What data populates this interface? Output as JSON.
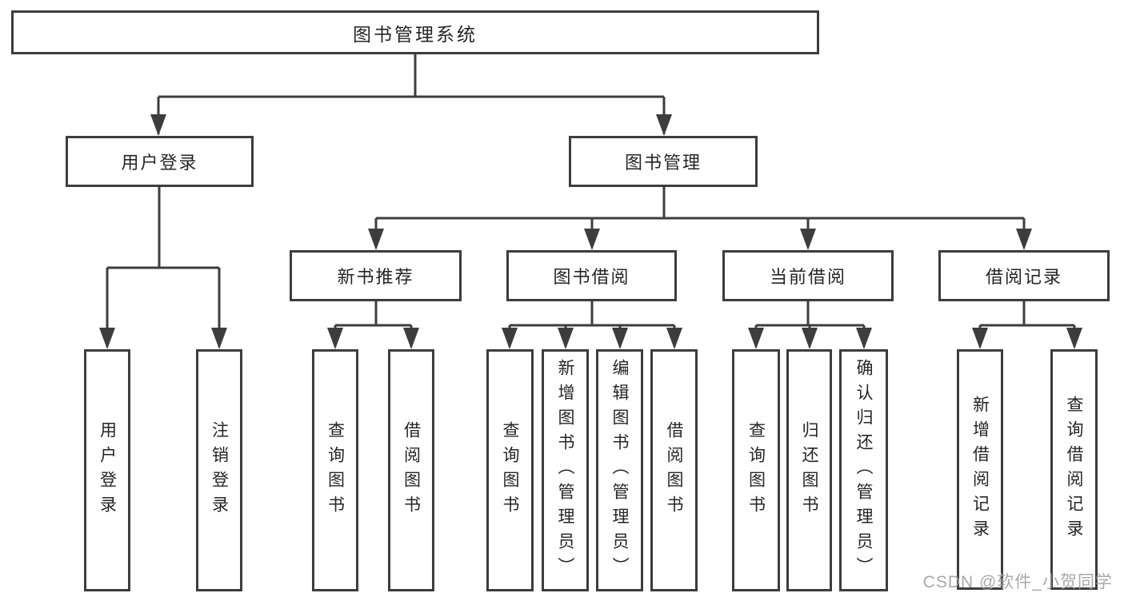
{
  "diagram": {
    "root": {
      "label": "图书管理系统"
    },
    "level2": [
      {
        "label": "用户登录"
      },
      {
        "label": "图书管理"
      }
    ],
    "level3": [
      {
        "label": "新书推荐"
      },
      {
        "label": "图书借阅"
      },
      {
        "label": "当前借阅"
      },
      {
        "label": "借阅记录"
      }
    ],
    "leaves": {
      "user_login": [
        {
          "label": "用户登录"
        },
        {
          "label": "注销登录"
        }
      ],
      "new_book": [
        {
          "label": "查询图书"
        },
        {
          "label": "借阅图书"
        }
      ],
      "book_borrow": [
        {
          "label": "查询图书"
        },
        {
          "label": "新增图书（管理员）"
        },
        {
          "label": "编辑图书（管理员）"
        },
        {
          "label": "借阅图书"
        }
      ],
      "current_borrow": [
        {
          "label": "查询图书"
        },
        {
          "label": "归还图书"
        },
        {
          "label": "确认归还（管理员）"
        }
      ],
      "borrow_record": [
        {
          "label": "新增借阅记录"
        },
        {
          "label": "查询借阅记录"
        }
      ]
    },
    "watermark": "CSDN @软件_小贺同学",
    "colors": {
      "line": "#3d3d3d",
      "text": "#252525",
      "watermark": "#9e9e9e",
      "background": "#ffffff"
    }
  }
}
